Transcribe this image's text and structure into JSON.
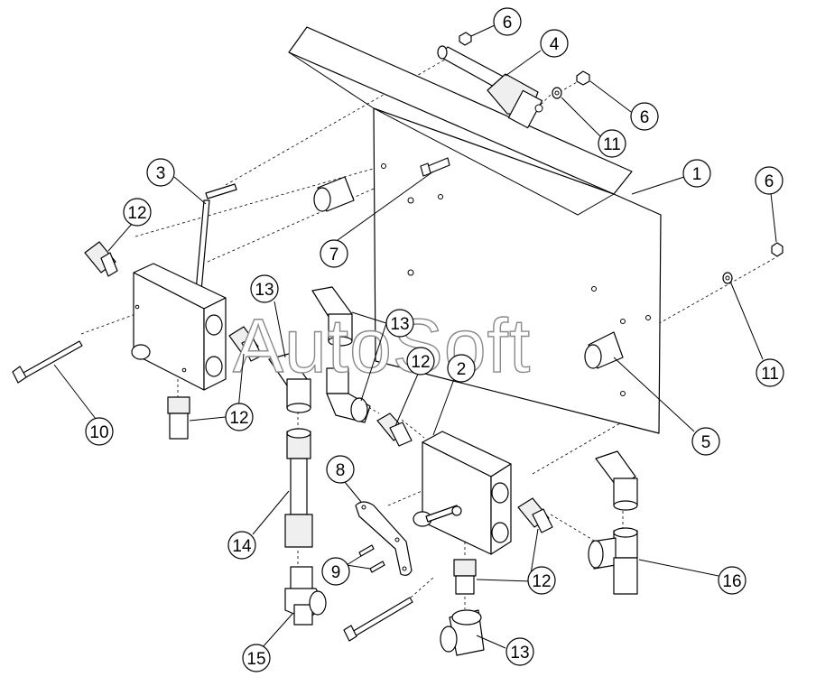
{
  "watermark": {
    "text": "AutoSoft"
  },
  "callouts": [
    {
      "id": "c1",
      "number": "1"
    },
    {
      "id": "c2",
      "number": "2"
    },
    {
      "id": "c3",
      "number": "3"
    },
    {
      "id": "c4",
      "number": "4"
    },
    {
      "id": "c5",
      "number": "5"
    },
    {
      "id": "c6a",
      "number": "6"
    },
    {
      "id": "c6b",
      "number": "6"
    },
    {
      "id": "c6c",
      "number": "6"
    },
    {
      "id": "c7",
      "number": "7"
    },
    {
      "id": "c8",
      "number": "8"
    },
    {
      "id": "c9",
      "number": "9"
    },
    {
      "id": "c10",
      "number": "10"
    },
    {
      "id": "c11a",
      "number": "11"
    },
    {
      "id": "c11b",
      "number": "11"
    },
    {
      "id": "c12a",
      "number": "12"
    },
    {
      "id": "c12b",
      "number": "12"
    },
    {
      "id": "c12c",
      "number": "12"
    },
    {
      "id": "c12d",
      "number": "12"
    },
    {
      "id": "c13a",
      "number": "13"
    },
    {
      "id": "c13b",
      "number": "13"
    },
    {
      "id": "c13c",
      "number": "13"
    },
    {
      "id": "c14",
      "number": "14"
    },
    {
      "id": "c15",
      "number": "15"
    },
    {
      "id": "c16",
      "number": "16"
    }
  ]
}
